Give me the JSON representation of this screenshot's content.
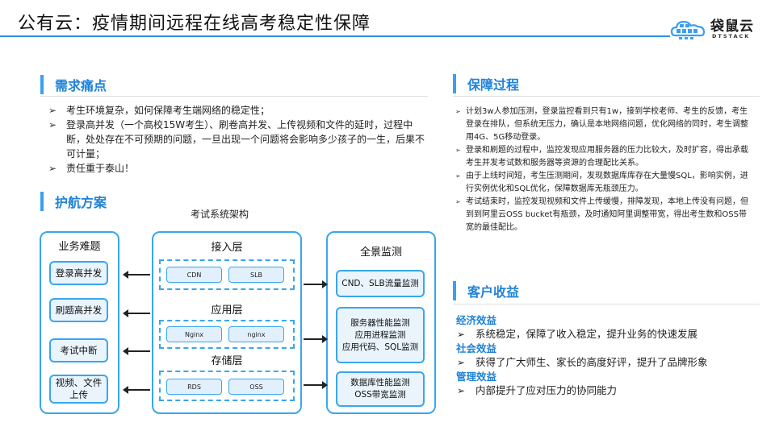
{
  "header": {
    "title": "公有云：疫情期间远程在线高考稳定性保障",
    "logo_name": "袋鼠云",
    "logo_sub": "DTSTACK"
  },
  "pain_points": {
    "title": "需求痛点",
    "items": [
      "考生环境复杂，如何保障考生端网络的稳定性；",
      "登录高并发（一个高校15W考生）、刷卷高并发、上传视频和文件的延时，过程中断，处处存在不可预期的问题，一旦出现一个问题将会影响多少孩子的一生，后果不可计量；",
      "责任重于泰山！"
    ]
  },
  "solution": {
    "title": "护航方案",
    "caption": "考试系统架构",
    "left_panel": {
      "title": "业务难题",
      "items": [
        "登录高并发",
        "刷题高并发",
        "考试中断",
        "视频、文件上传"
      ]
    },
    "mid_panel": {
      "layers": [
        {
          "title": "接入层",
          "tags": [
            "CDN",
            "SLB"
          ]
        },
        {
          "title": "应用层",
          "tags": [
            "Nginx",
            "nginx"
          ]
        },
        {
          "title": "存储层",
          "tags": [
            "RDS",
            "OSS"
          ]
        }
      ]
    },
    "right_panel": {
      "title": "全景监测",
      "items": [
        "CND、SLB流量监测",
        "服务器性能监测\n应用进程监测\n应用代码、SQL监测",
        "数据库性能监测\nOSS带宽监测"
      ]
    }
  },
  "process": {
    "title": "保障过程",
    "items": [
      "计划3w人参加压测，登录监控看到只有1w，接到学校老师、考生的反馈，考生登录在排队，但系统无压力，确认是本地网络问题，优化网络的同时，考生调整用4G、5G移动登录。",
      "登录和刷题的过程中，监控发现应用服务器的压力比较大，及时扩容，得出承载考生并发考试数和服务器等资源的合理配比关系。",
      "由于上线时间短，考生压测期间，发现数据库库存在大量慢SQL，影响实例，进行实例优化和SQL优化，保障数据库无瓶颈压力。",
      "考试结束时，监控发现视频和文件上传缓慢，排障发现，本地上传没有问题，但到到阿里云OSS bucket有瓶颈，及时通知阿里调整带宽，得出考生数和OSS带宽的最佳配比。"
    ]
  },
  "benefits": {
    "title": "客户收益",
    "groups": [
      {
        "head": "经济效益",
        "item": "系统稳定，保障了收入稳定，提升业务的快速发展"
      },
      {
        "head": "社会效益",
        "item": "获得了广大师生、家长的高度好评，提升了品牌形象"
      },
      {
        "head": "管理效益",
        "item": "内部提升了应对压力的协同能力"
      }
    ]
  },
  "colors": {
    "accent": "#1f82d8",
    "border": "#39a6ef",
    "rule": "#2a93ea"
  }
}
